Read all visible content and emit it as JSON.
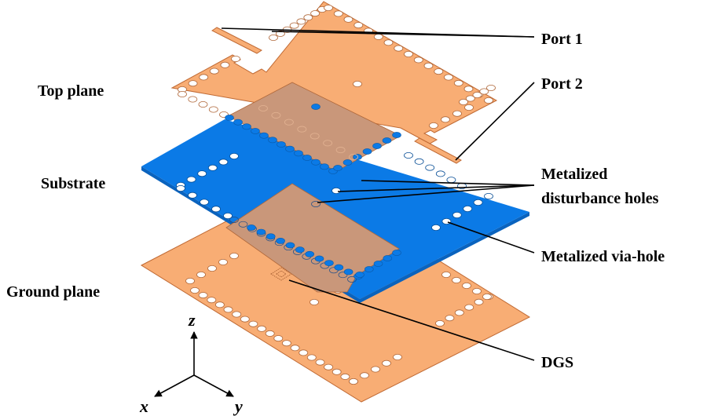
{
  "figure": {
    "layer_labels": {
      "top": "Top plane",
      "substrate": "Substrate",
      "ground": "Ground plane"
    },
    "callouts": {
      "port1": "Port 1",
      "port2": "Port 2",
      "disturbance_line1": "Metalized",
      "disturbance_line2": "disturbance holes",
      "via": "Metalized via-hole",
      "dgs": "DGS"
    },
    "axes": {
      "z": "z",
      "x": "x",
      "y": "y"
    },
    "colors": {
      "copper": "#F8AD74",
      "copper_edge": "#C06A34",
      "substrate": "#0B7AE6",
      "overlap": "#C9977A"
    }
  }
}
